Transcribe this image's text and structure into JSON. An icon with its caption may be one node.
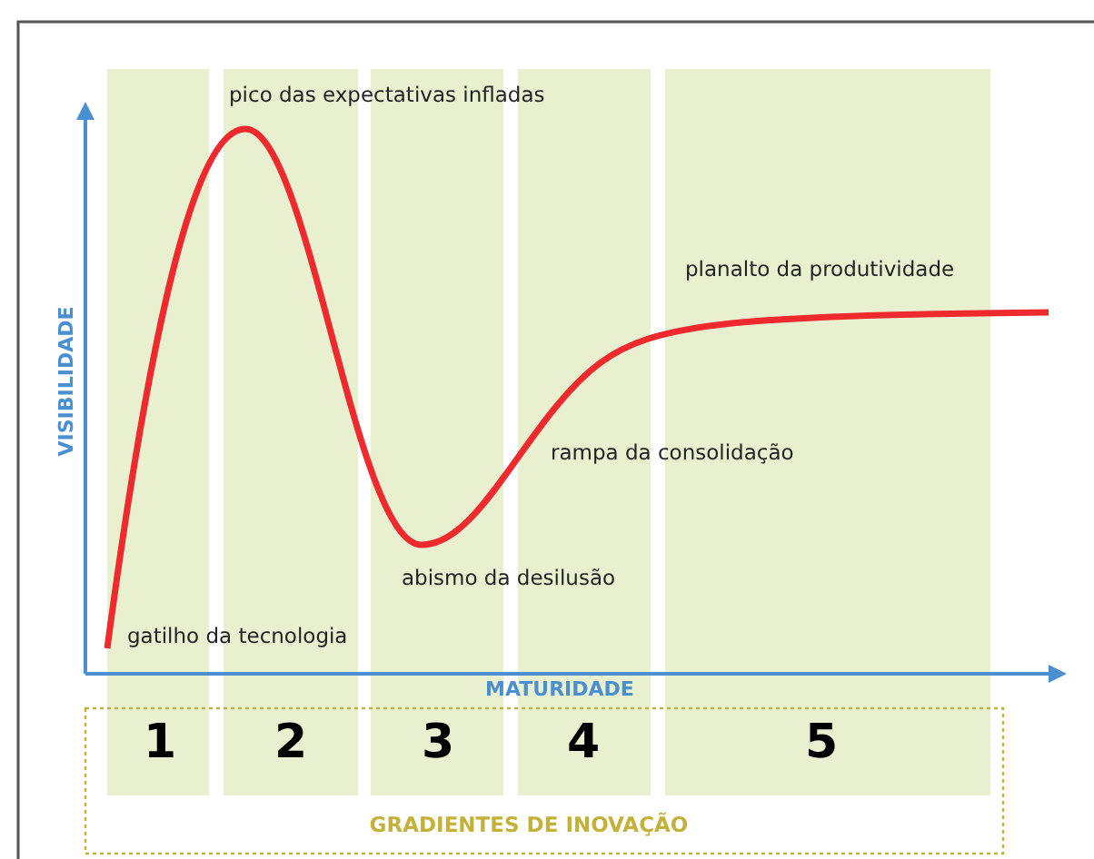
{
  "diagram": {
    "labels": [
      "pico das expectativas infladas",
      "planalto da produtividade",
      "VISIBILIDADE",
      "rampa da consolidação",
      "abismo da desilusão",
      "gatilho da tecnologia",
      "MATURIDADE",
      "1",
      "2",
      "3",
      "4",
      "5",
      "GRADIENTES DE INOVAÇÃO"
    ]
  }
}
